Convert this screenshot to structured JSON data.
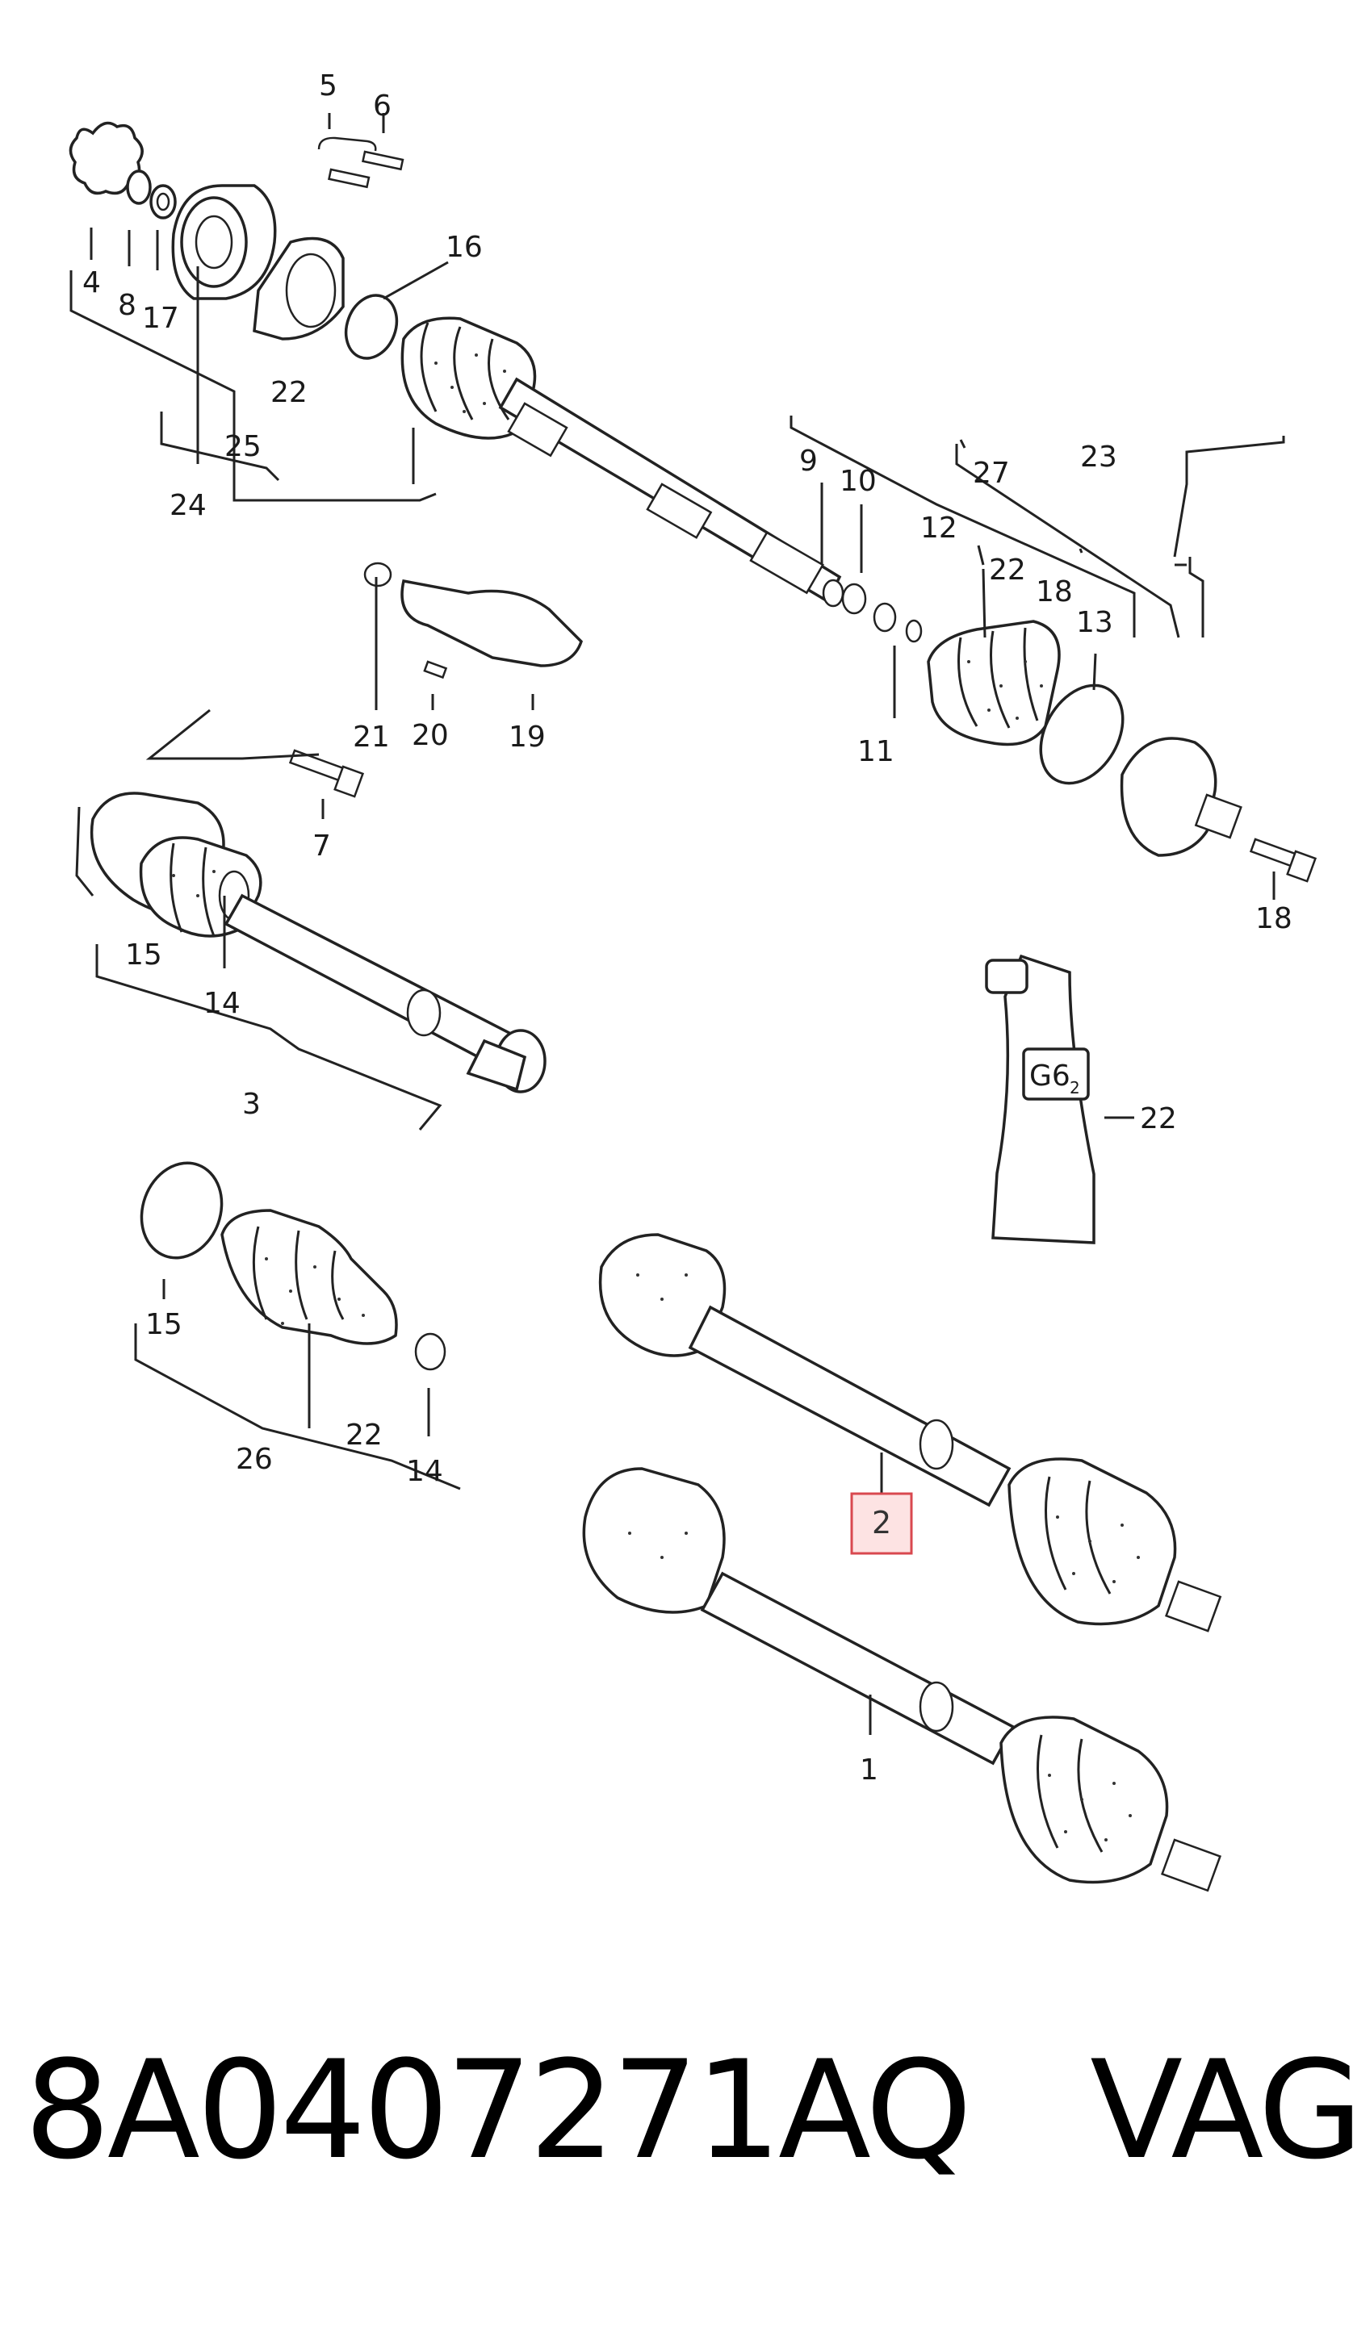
{
  "labels": {
    "l4": "4",
    "l5": "5",
    "l6": "6",
    "l8": "8",
    "l17": "17",
    "l16": "16",
    "l22a": "22",
    "l25": "25",
    "l24": "24",
    "l9": "9",
    "l10": "10",
    "l27": "27",
    "l23": "23",
    "l12": "12",
    "l22b": "22",
    "l18a": "18",
    "l13": "13",
    "l11": "11",
    "l21": "21",
    "l20": "20",
    "l19": "19",
    "l7": "7",
    "l15a": "15",
    "l14a": "14",
    "l3": "3",
    "l18b": "18",
    "l22c": "22",
    "l15b": "15",
    "l26": "26",
    "l22d": "22",
    "l14b": "14",
    "l2": "2",
    "l1": "1"
  },
  "tube_text": "G6",
  "tube_sub": "2",
  "highlighted_callout": "2",
  "footer": {
    "part_number": "8A0407271AQ",
    "brand": "VAG"
  },
  "colors": {
    "highlight_fill": "#fde3e3",
    "highlight_stroke": "#d9484f",
    "ink": "#222222"
  }
}
